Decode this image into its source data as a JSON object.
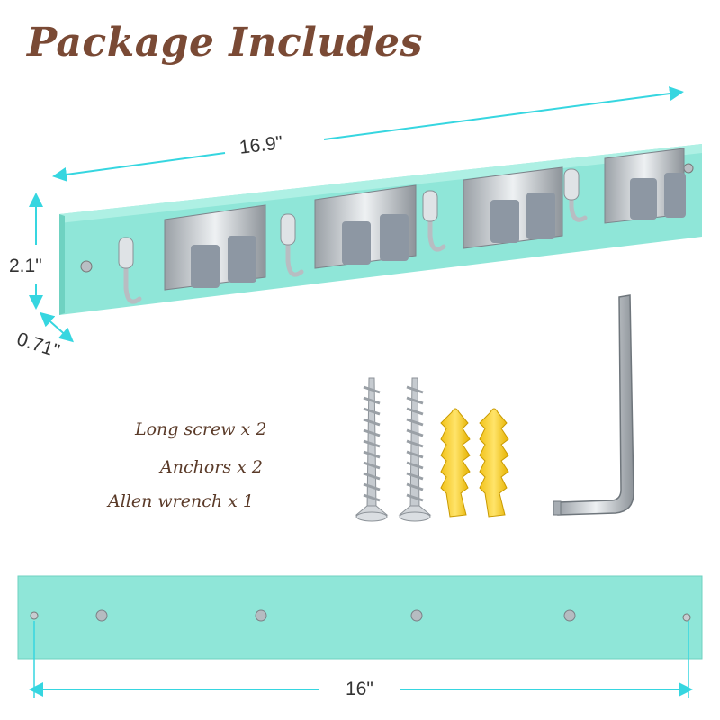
{
  "title": "Package Includes",
  "dimensions": {
    "length": "16.9\"",
    "height": "2.1\"",
    "thickness": "0.71\"",
    "back_length": "16\""
  },
  "contents": [
    {
      "label": "Long screw x 2"
    },
    {
      "label": "Anchors x 2"
    },
    {
      "label": "Allen wrench x 1"
    }
  ],
  "colors": {
    "board": "#8fe6d8",
    "board_edge": "#5cc7b6",
    "dimension_line": "#36d6e0",
    "title": "#7a4a35"
  }
}
